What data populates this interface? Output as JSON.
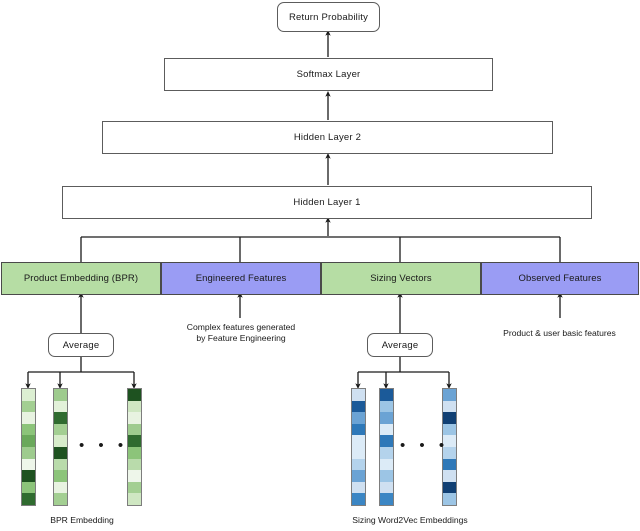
{
  "diagram": {
    "title_node": {
      "label": "Return Probability"
    },
    "layers": [
      {
        "id": "softmax",
        "label": "Softmax Layer"
      },
      {
        "id": "hidden2",
        "label": "Hidden Layer 2"
      },
      {
        "id": "hidden1",
        "label": "Hidden Layer 1"
      }
    ],
    "feature_blocks": [
      {
        "id": "product-embedding",
        "label": "Product Embedding (BPR)",
        "color": "#b6dda4"
      },
      {
        "id": "engineered-features",
        "label": "Engineered Features",
        "color": "#9a9cf4"
      },
      {
        "id": "sizing-vectors",
        "label": "Sizing Vectors",
        "color": "#b6dda4"
      },
      {
        "id": "observed-features",
        "label": "Observed Features",
        "color": "#9a9cf4"
      }
    ],
    "average_nodes": [
      {
        "id": "average-left",
        "label": "Average"
      },
      {
        "id": "average-right",
        "label": "Average"
      }
    ],
    "annotations": [
      {
        "id": "feature-engineering-note",
        "lines": [
          "Complex features generated",
          "by Feature Engineering"
        ]
      },
      {
        "id": "observed-features-note",
        "lines": [
          "Product & user basic features"
        ]
      }
    ],
    "embedding_groups": [
      {
        "id": "bpr-embedding",
        "caption": "BPR Embedding",
        "palette": "green",
        "ellipsis": "•  •  •",
        "columns": [
          {
            "cells": [
              "#dcefd2",
              "#a3cf92",
              "#e8f3e1",
              "#8cc47a",
              "#6aa85b",
              "#9ecb8e",
              "#eef6ea",
              "#1e5220",
              "#8cc47a",
              "#2f6b2f"
            ]
          },
          {
            "cells": [
              "#9ecb8e",
              "#e2f1d9",
              "#2f6b2f",
              "#a3cf92",
              "#d7ecca",
              "#1e5220",
              "#b9dbab",
              "#8cc47a",
              "#e8f3e1",
              "#a3cf92"
            ]
          },
          {
            "cells": [
              "#1e5220",
              "#cfe7c2",
              "#e8f3e1",
              "#9ecb8e",
              "#2f6b2f",
              "#8cc47a",
              "#b9dbab",
              "#eef6ea",
              "#a3cf92",
              "#cfe7c2"
            ]
          }
        ]
      },
      {
        "id": "sizing-word2vec-embeddings",
        "caption": "Sizing Word2Vec Embeddings",
        "palette": "blue",
        "ellipsis": "•  •  •",
        "columns": [
          {
            "cells": [
              "#cfe0f1",
              "#1b5a99",
              "#6ba3d4",
              "#2e78b8",
              "#dcebf7",
              "#dcebf7",
              "#b4d3ec",
              "#6ba3d4",
              "#cfe0f1",
              "#3b86c4"
            ]
          },
          {
            "cells": [
              "#1b5a99",
              "#9cc5e5",
              "#6ba3d4",
              "#dcebf7",
              "#2e78b8",
              "#b4d3ec",
              "#dcebf7",
              "#9cc5e5",
              "#cfe0f1",
              "#3b86c4"
            ]
          },
          {
            "cells": [
              "#6ba3d4",
              "#cfe0f1",
              "#103f73",
              "#9cc5e5",
              "#dcebf7",
              "#b4d3ec",
              "#2e78b8",
              "#cfe0f1",
              "#103f73",
              "#9cc5e5"
            ]
          }
        ]
      }
    ]
  }
}
